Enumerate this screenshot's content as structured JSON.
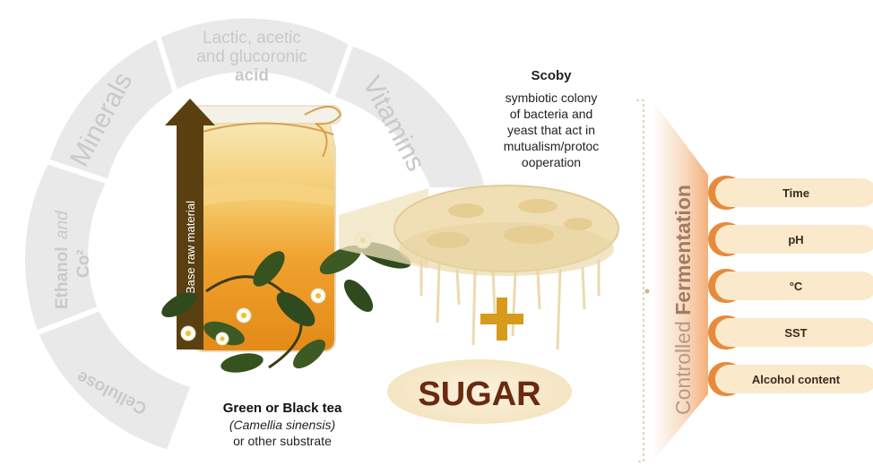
{
  "ring_segments": {
    "acid_line1": "Lactic, acetic",
    "acid_line2": "and glucoronic",
    "acid_line3": "acid",
    "vitamins": "Vitamins",
    "minerals": "Minerals",
    "ethanol": "Ethanol",
    "and": "and",
    "co2": "Co²",
    "cellulose": "Cellulose"
  },
  "arrow_label": "Base raw material",
  "scoby": {
    "title": "Scoby",
    "description_lines": [
      "symbiotic colony",
      "of bacteria and",
      "yeast that act in",
      "mutualism/protoc",
      "ooperation"
    ]
  },
  "plus_symbol": "+",
  "sugar_label": "SUGAR",
  "tea": {
    "title": "Green or Black tea",
    "scientific_name": "(Camellia sinensis)",
    "other": "or other substrate"
  },
  "fermentation": {
    "label_prefix": "Controlled ",
    "label_emphasis": "Fermentation",
    "parameters": [
      "Time",
      "pH",
      "°C",
      "SST",
      "Alcohol content"
    ]
  },
  "colors": {
    "ring_gray": "#e9e9e9",
    "ring_text": "#c6c6c6",
    "arrow_brown": "#5a3f10",
    "tea_orange": "#f0a02a",
    "scoby_beige": "#f0dfb4",
    "sugar_fill": "#f8ecd0",
    "sugar_text": "#6a2a10",
    "plus_gold": "#d79a1a",
    "pill_fill": "#faeacb",
    "pill_accent": "#e88a3c"
  }
}
